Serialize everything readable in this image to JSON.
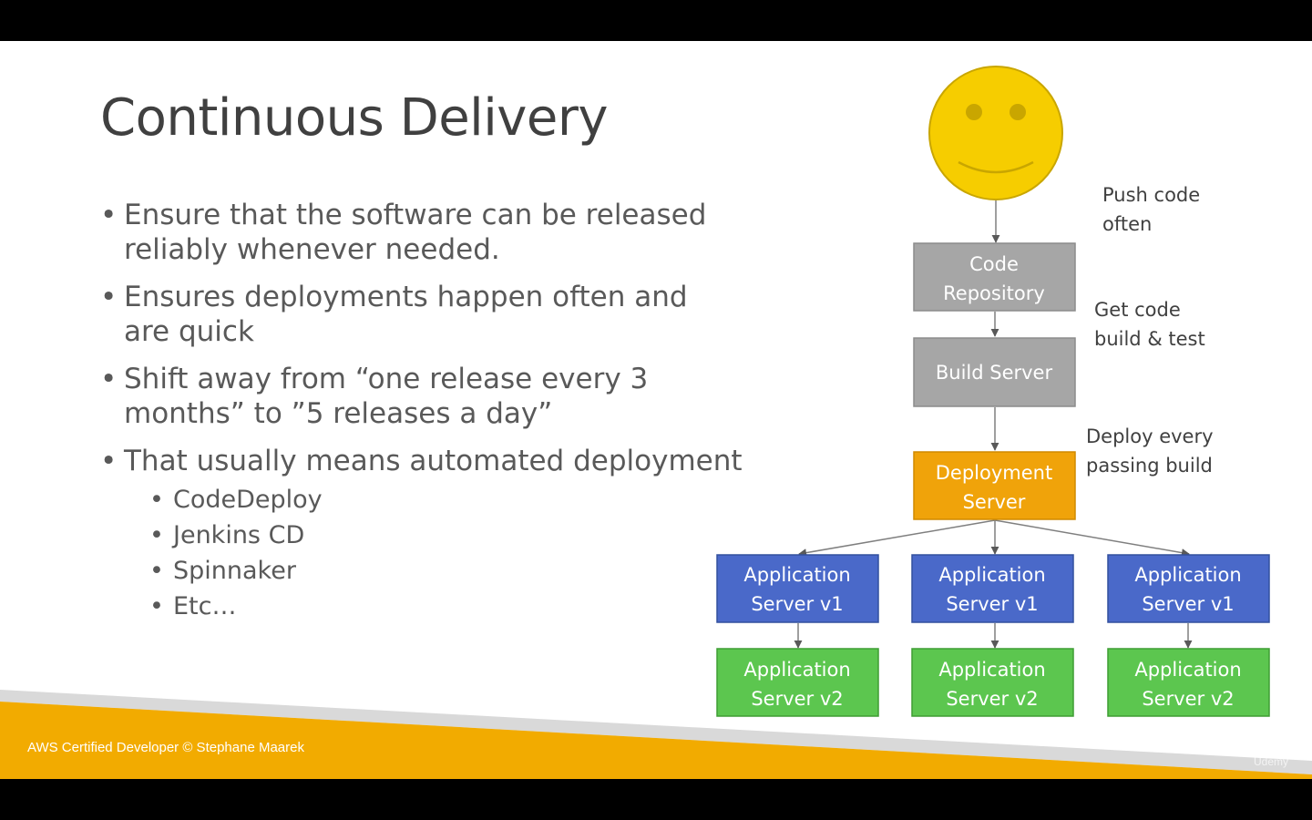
{
  "slide": {
    "title": "Continuous Delivery",
    "bullets": [
      {
        "line1": "Ensure that the software can be released",
        "line2": "reliably whenever needed."
      },
      {
        "line1": "Ensures deployments happen often and",
        "line2": "are quick"
      },
      {
        "line1": "Shift away from “one release every 3",
        "line2": "months” to ”5 releases a day”"
      },
      {
        "line1": "That usually means automated deployment",
        "line2": ""
      }
    ],
    "sub_bullets": [
      "CodeDeploy",
      "Jenkins CD",
      "Spinnaker",
      "Etc…"
    ],
    "footer": "AWS Certified Developer © Stephane Maarek",
    "watermark": "Udemy"
  },
  "diagram": {
    "labels": {
      "push_1": "Push code",
      "push_2": "often",
      "get_1": "Get code",
      "get_2": "build & test",
      "deploy_1": "Deploy every",
      "deploy_2": "passing build"
    },
    "code_repo": {
      "line1": "Code",
      "line2": "Repository"
    },
    "build_server": "Build Server",
    "deployment_server": {
      "line1": "Deployment",
      "line2": "Server"
    },
    "app_v1": {
      "line1": "Application",
      "line2": "Server v1"
    },
    "app_v2": {
      "line1": "Application",
      "line2": "Server v2"
    }
  },
  "colors": {
    "gray_box": "#a6a6a6",
    "orange_box": "#f0a30a",
    "blue_box": "#4a69c9",
    "green_box": "#5cc64f",
    "smiley": "#f6cd00",
    "footer_band": "#f2ab00"
  }
}
